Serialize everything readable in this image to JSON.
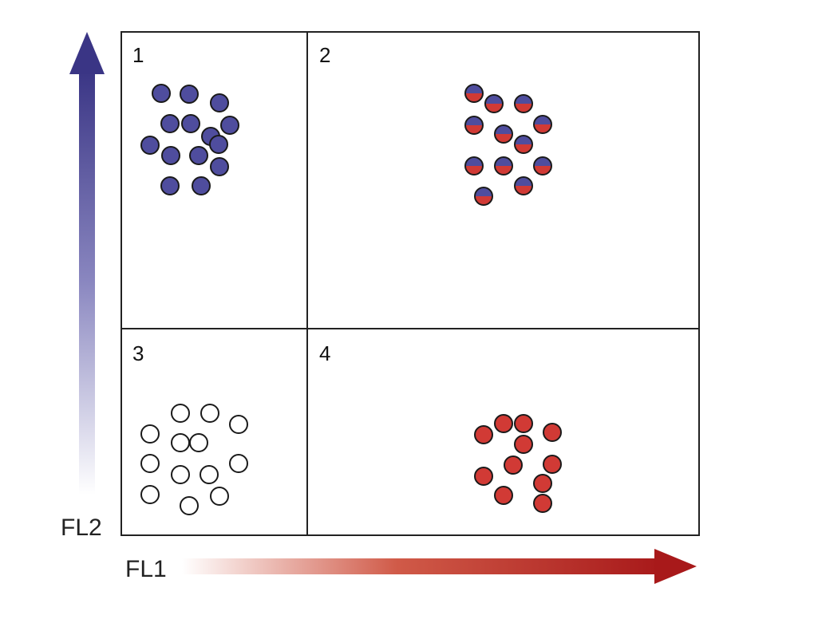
{
  "axes": {
    "x_label": "FL1",
    "y_label": "FL2",
    "x_arrow_color": "#b3201c",
    "y_arrow_color": "#3f3a86"
  },
  "colors": {
    "blue": "#4f4d9e",
    "red": "#d13a35",
    "empty": "#ffffff",
    "outline": "#1a1a1a"
  },
  "quadrants": [
    {
      "label": "1",
      "fill": "blue"
    },
    {
      "label": "2",
      "fill": "split"
    },
    {
      "label": "3",
      "fill": "empty"
    },
    {
      "label": "4",
      "fill": "red"
    }
  ]
}
